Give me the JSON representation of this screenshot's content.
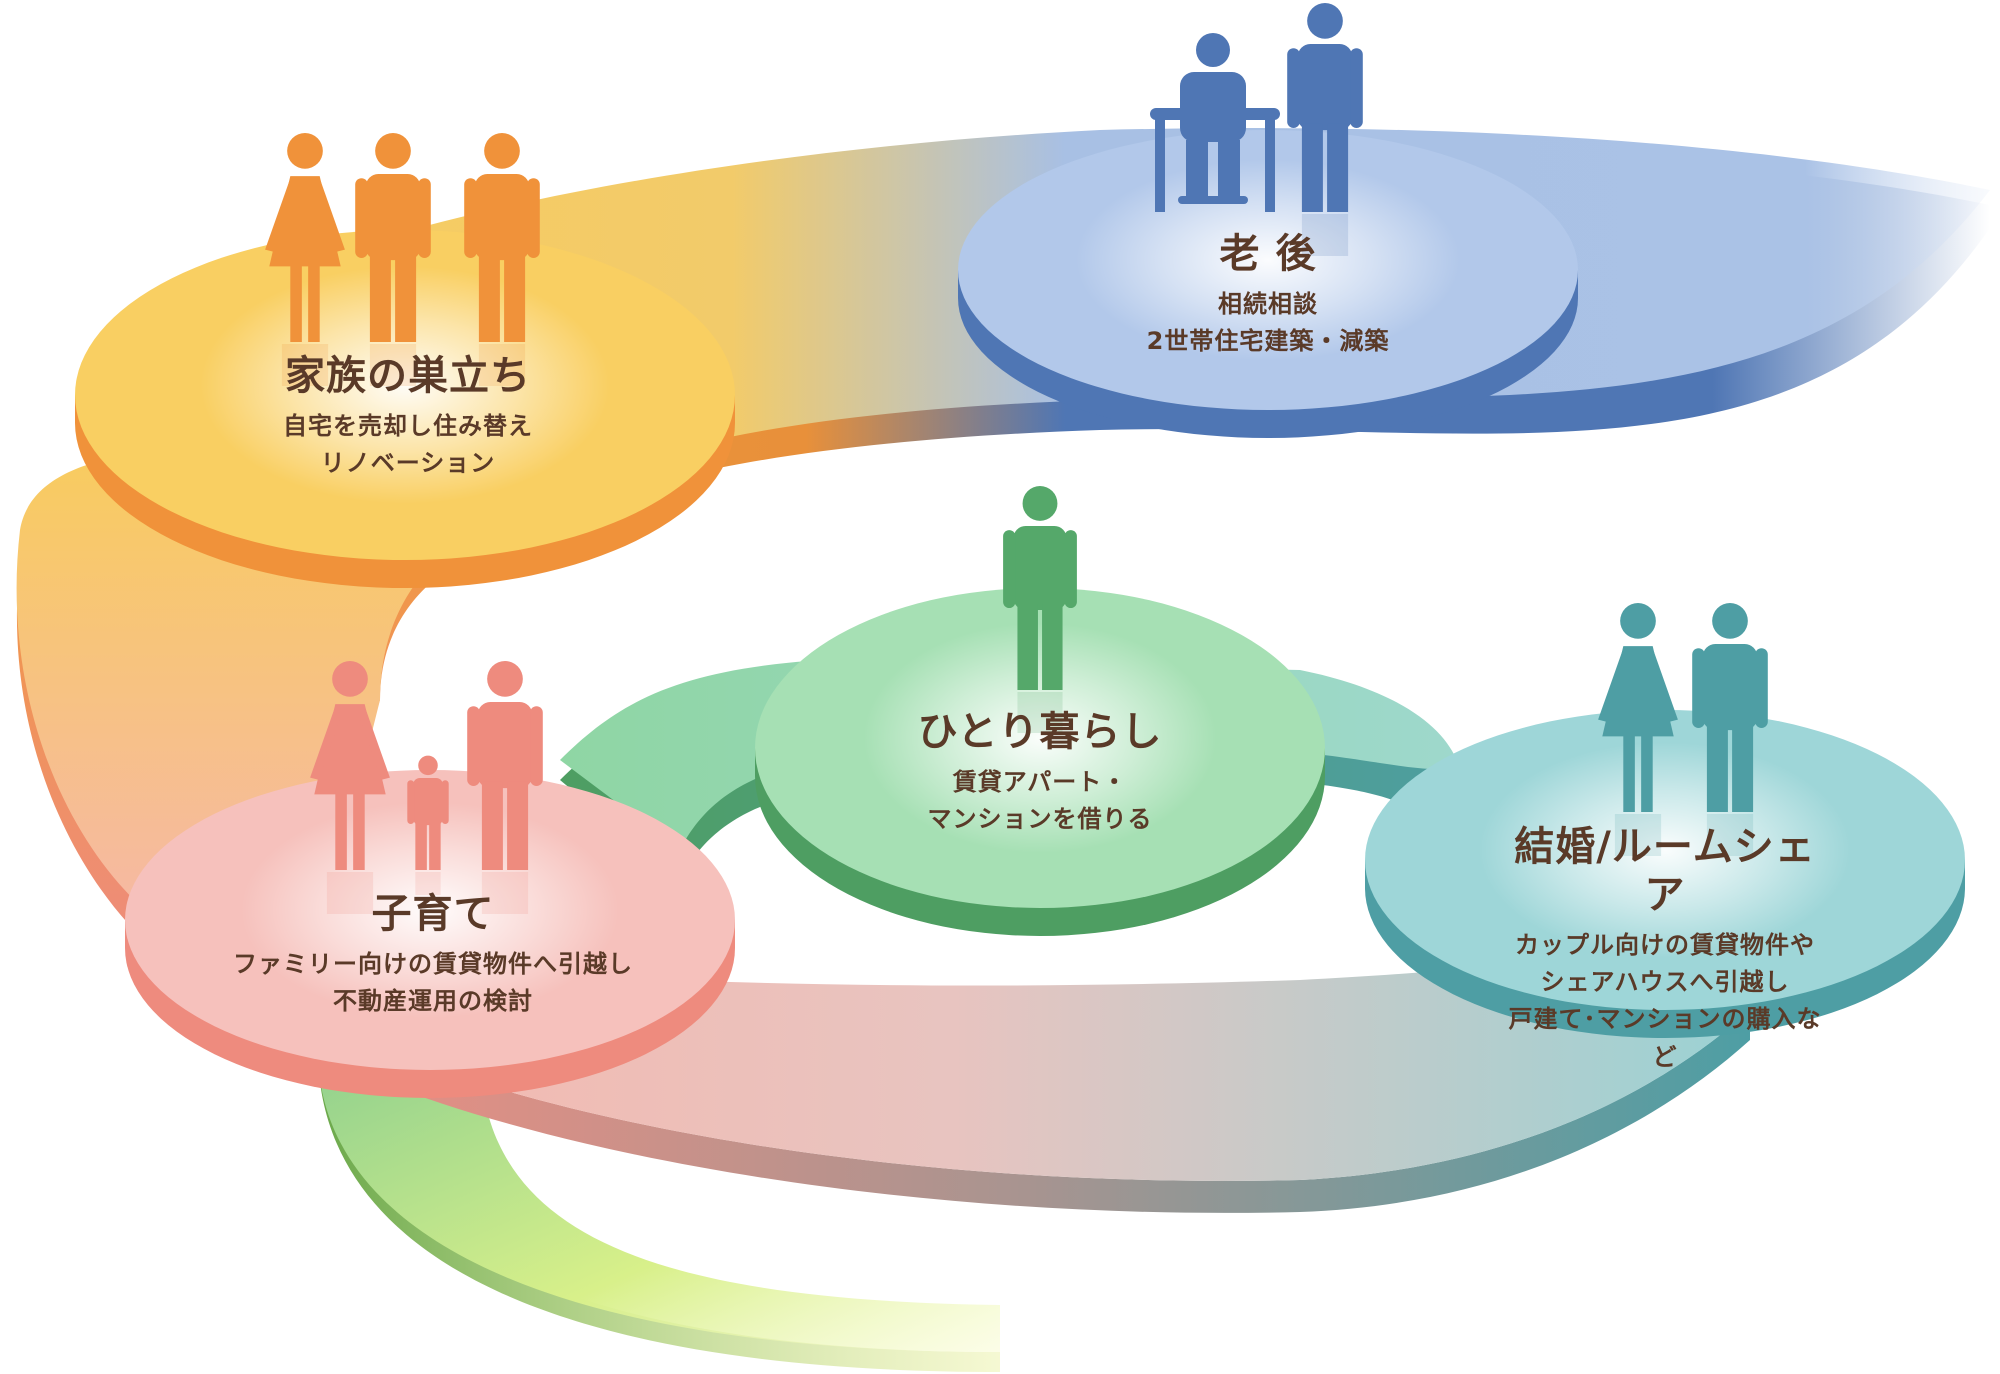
{
  "stages": [
    {
      "id": "single",
      "title": "ひとり暮らし",
      "lines": [
        "賃貸アパート・",
        "マンションを借りる"
      ],
      "color": "#55a86a"
    },
    {
      "id": "marriage",
      "title": "結婚/ルームシェア",
      "lines": [
        "カップル向けの賃貸物件や",
        "シェアハウスへ引越し",
        "戸建て･マンションの購入など"
      ],
      "color": "#4e9ea4"
    },
    {
      "id": "childcare",
      "title": "子育て",
      "lines": [
        "ファミリー向けの賃貸物件へ引越し",
        "不動産運用の検討"
      ],
      "color": "#ee8b7e"
    },
    {
      "id": "nest",
      "title": "家族の巣立ち",
      "lines": [
        "自宅を売却し住み替え",
        "リノベーション"
      ],
      "color": "#f0923a"
    },
    {
      "id": "retirement",
      "title": "老 後",
      "lines": [
        "相続相談",
        "2世帯住宅建築・減築"
      ],
      "color": "#4f76b4"
    }
  ],
  "text_color": "#5a3a28",
  "icons": [
    "person-icon",
    "couple-icon",
    "family-with-child-icon",
    "adult-family-icon",
    "wheelchair-elderly-icon"
  ]
}
